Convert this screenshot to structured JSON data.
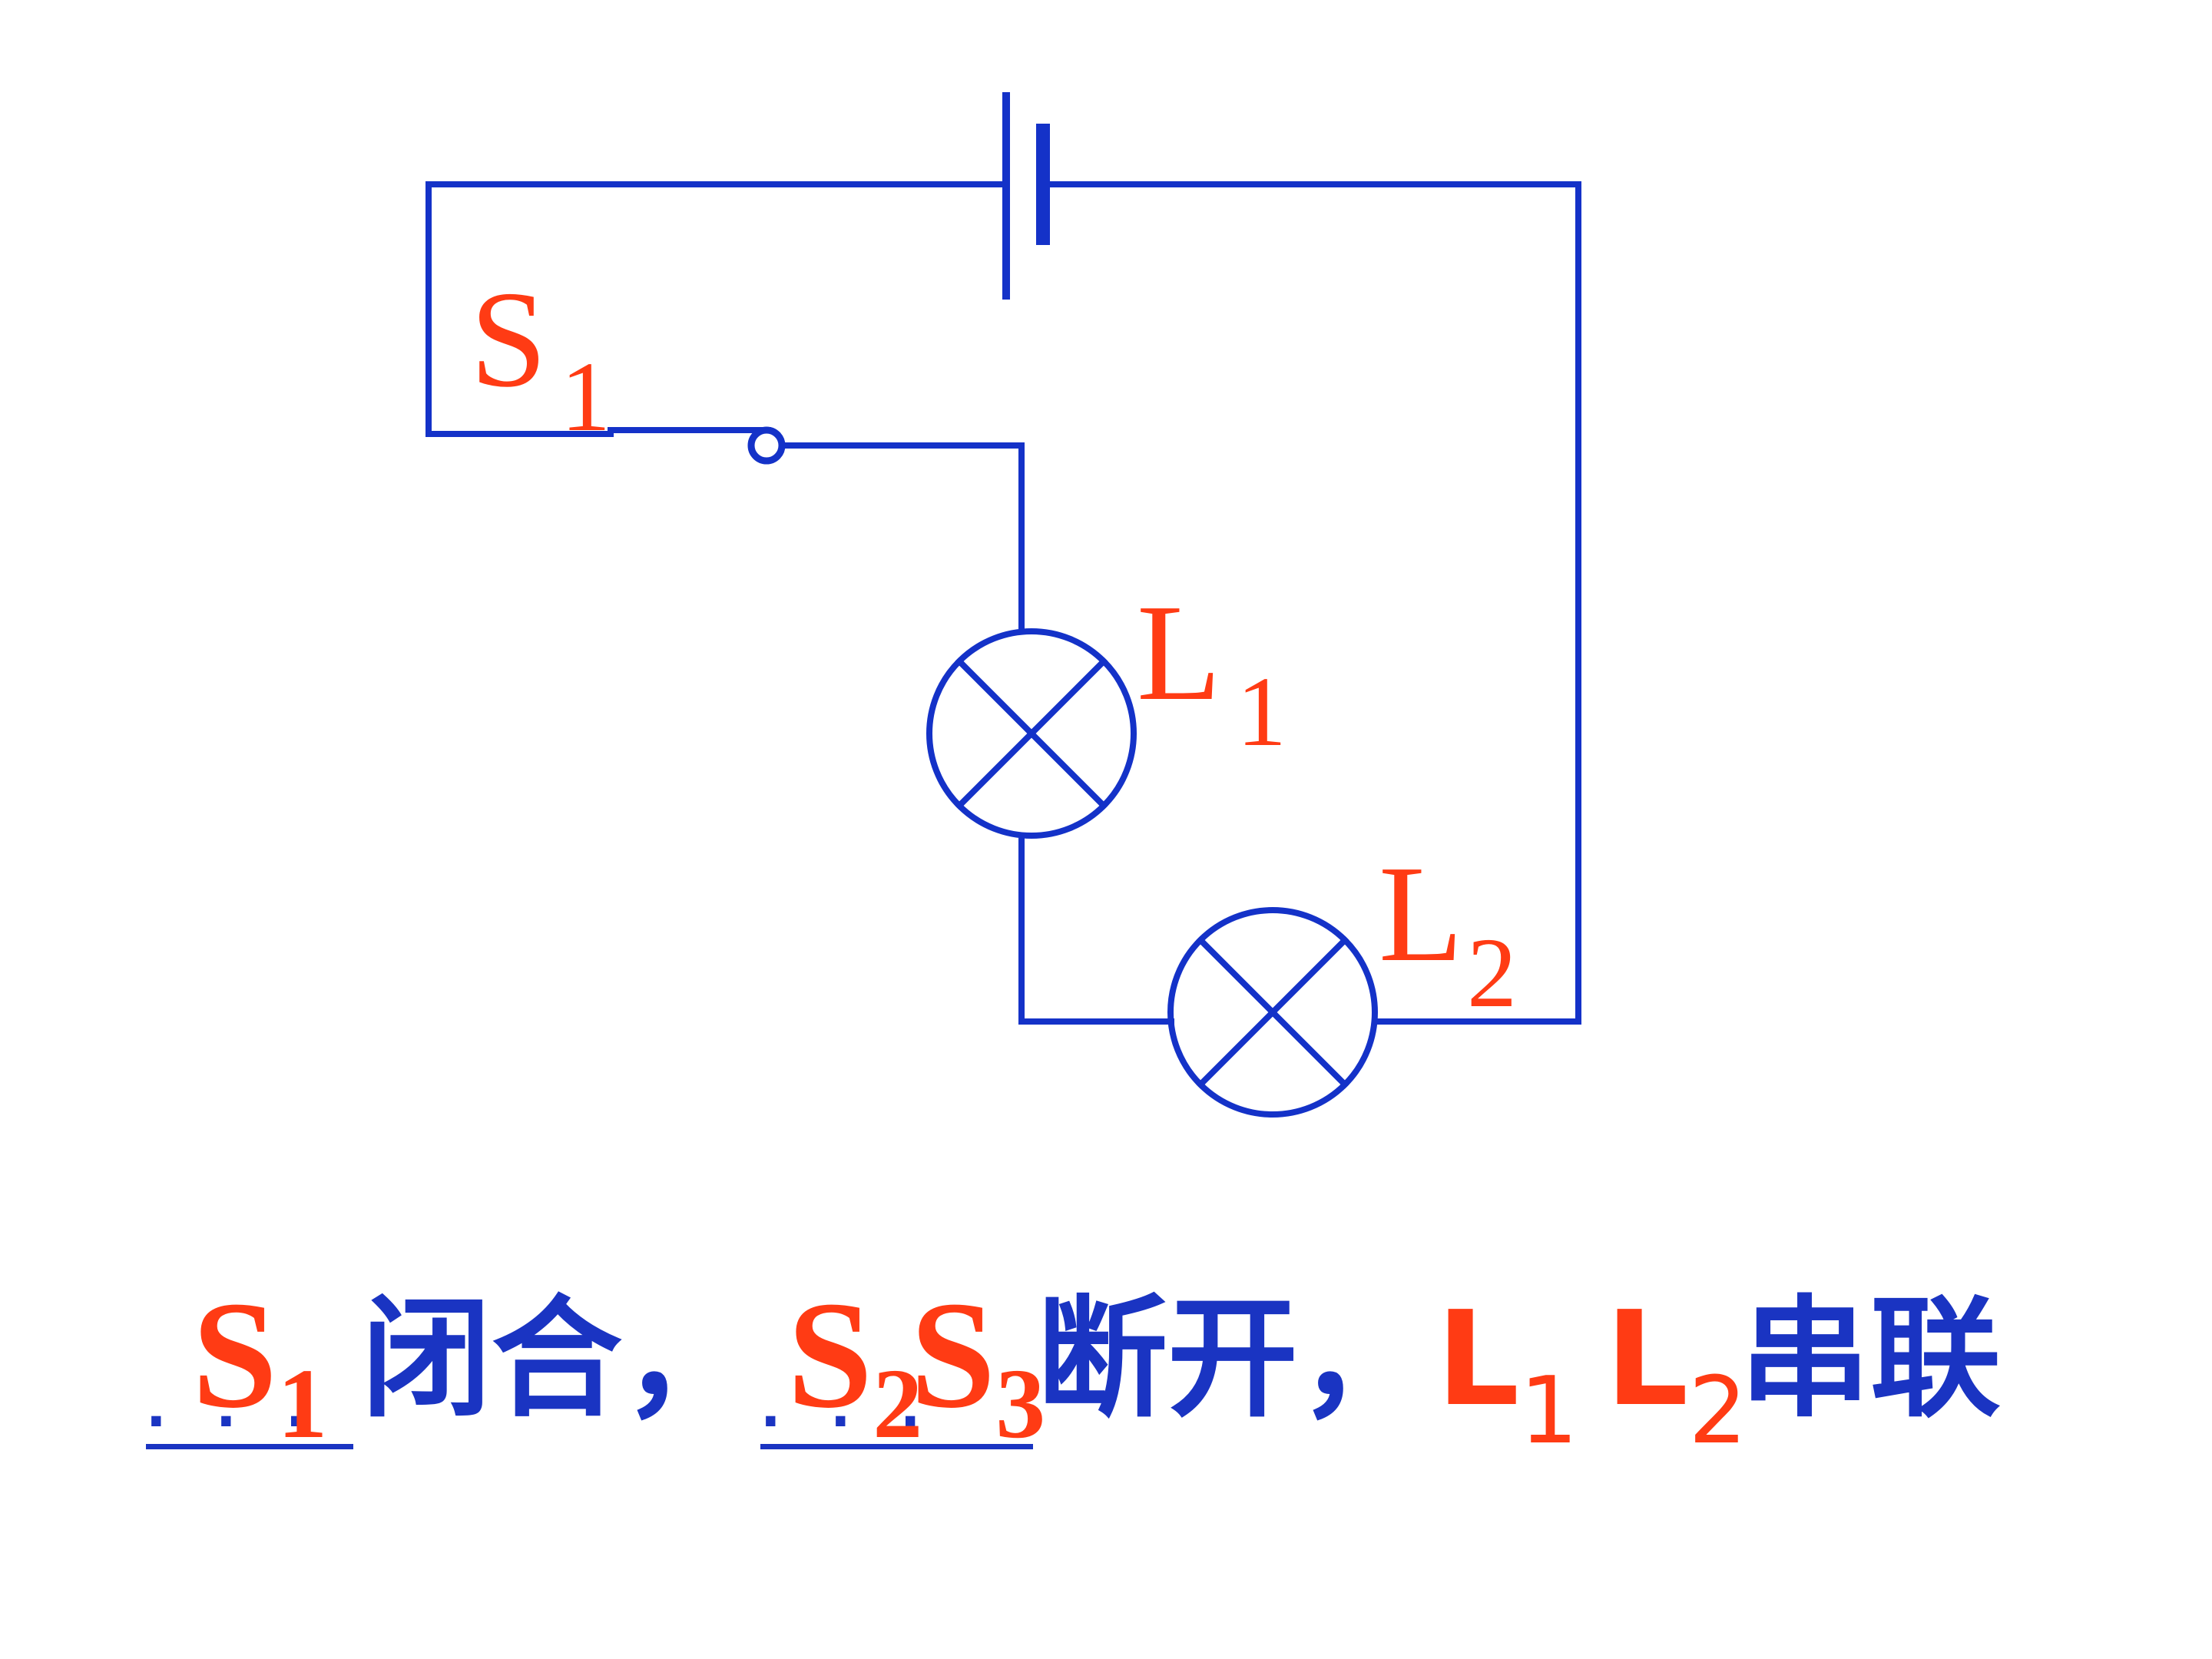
{
  "labels": {
    "switch": {
      "letter": "S",
      "sub": "1"
    },
    "lamp1": {
      "letter": "L",
      "sub": "1"
    },
    "lamp2": {
      "letter": "L",
      "sub": "2"
    }
  },
  "caption": {
    "answer1": {
      "letter": "S",
      "sub": "1"
    },
    "text1": "闭合，",
    "answer2a": {
      "letter": "S",
      "sub": "2"
    },
    "answer2b": {
      "letter": "S",
      "sub": "3"
    },
    "text2": "断开，",
    "lamp_a": {
      "letter": "L",
      "sub": "1"
    },
    "lamp_b": {
      "letter": "L",
      "sub": "2"
    },
    "text3": "串联",
    "blank_dots": ". . ."
  },
  "colors": {
    "wire": "#1432c8",
    "label": "#ff3b14",
    "text": "#1a34c2"
  }
}
